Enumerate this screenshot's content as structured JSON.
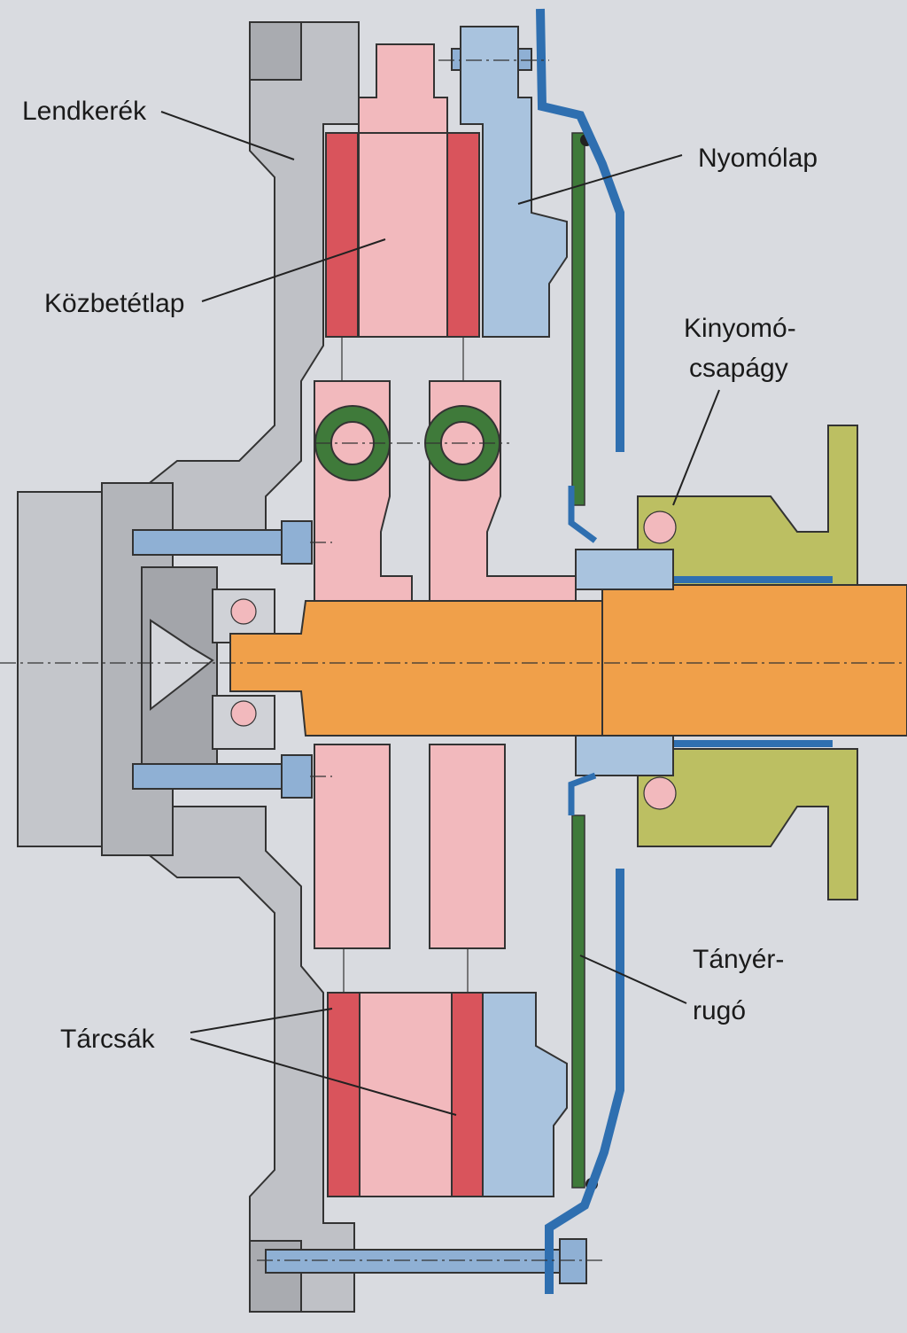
{
  "labels": {
    "lendkerek": "Lendkerék",
    "nyomolap": "Nyomólap",
    "kozbetetlap": "Közbetétlap",
    "kinyomo_line1": "Kinyomó-",
    "kinyomo_line2": "csapágy",
    "tanyer_line1": "Tányér-",
    "tanyer_line2": "rugó",
    "tarcsak": "Tárcsák"
  },
  "colors": {
    "flywheel": "#bfc1c6",
    "plates": "#f2b9bd",
    "friction": "#d9545c",
    "pressure_plate": "#a9c3de",
    "shaft": "#f0a04a",
    "bearing_housing": "#bcbf62",
    "spring": "#3f7a3a",
    "cover": "#2f6fb0",
    "background": "#d9dbe0"
  }
}
